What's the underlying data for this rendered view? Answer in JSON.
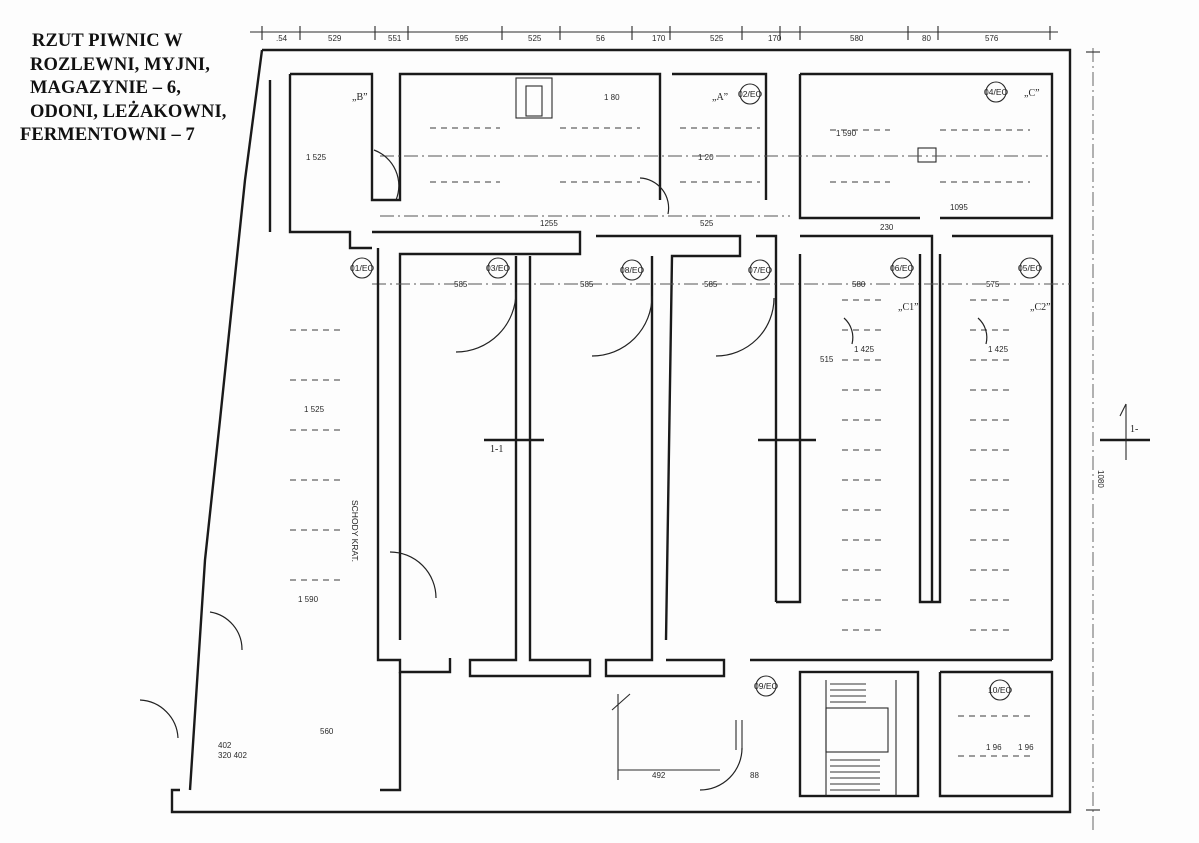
{
  "title": {
    "lines": [
      "RZUT PIWNIC W",
      "ROZLEWNI, MYJNI,",
      "MAGAZYNIE – 6,",
      "ODONI, LEŻAKOWNI,",
      "FERMENTOWNI – 7"
    ]
  },
  "plan": {
    "room_markers": [
      "01/EO",
      "03/EO",
      "02/EO",
      "08/EO",
      "07/EO",
      "06/EO",
      "05/EO",
      "09/EO",
      "04/EO",
      "10/EO"
    ],
    "zone_labels": [
      "„B”",
      "„A”",
      "„C”",
      "„C1”",
      "„C2”"
    ],
    "section_labels": [
      "1-1",
      "1-"
    ],
    "stair_note": "SCHODY KRAT."
  },
  "colors": {
    "ink": "#1a1a1a",
    "paper": "#fdfdfd"
  }
}
